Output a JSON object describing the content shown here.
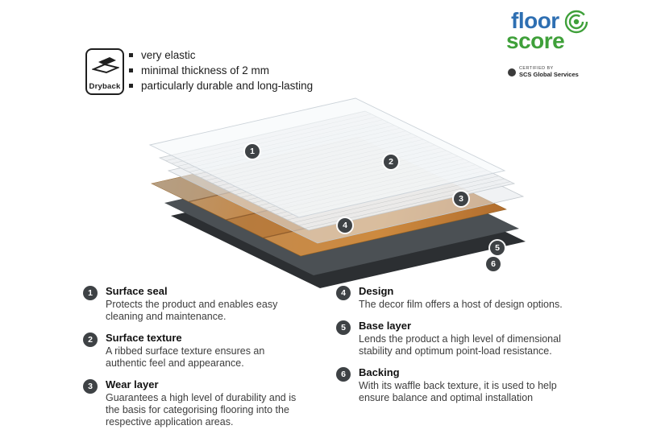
{
  "dryback": {
    "label": "Dryback"
  },
  "features": [
    "very elastic",
    "minimal thickness of 2 mm",
    "particularly durable and long-lasting"
  ],
  "floorscore": {
    "word1": "floor",
    "word2": "score",
    "certified_by": "CERTIFIED BY",
    "certifier": "SCS Global Services"
  },
  "diagram": {
    "markers": [
      "1",
      "2",
      "3",
      "4",
      "5",
      "6"
    ]
  },
  "legend": {
    "left": [
      {
        "num": "1",
        "title": "Surface seal",
        "desc": "Protects the product and enables easy cleaning and maintenance."
      },
      {
        "num": "2",
        "title": "Surface texture",
        "desc": "A ribbed surface texture ensures an authentic feel and appearance."
      },
      {
        "num": "3",
        "title": "Wear layer",
        "desc": "Guarantees a high level of durability and is the basis for categorising flooring into the respective application areas."
      }
    ],
    "right": [
      {
        "num": "4",
        "title": "Design",
        "desc": "The decor film offers a host of design options."
      },
      {
        "num": "5",
        "title": "Base layer",
        "desc": "Lends the product a high level of dimensional stability and optimum point-load resistance."
      },
      {
        "num": "6",
        "title": "Backing",
        "desc": "With its waffle back texture, it is used to help ensure balance and optimal installation"
      }
    ]
  },
  "colors": {
    "floor_blue": "#2e6fb2",
    "score_green": "#3fa03a",
    "badge_dark": "#3e4245",
    "wood": "#c8833f"
  }
}
